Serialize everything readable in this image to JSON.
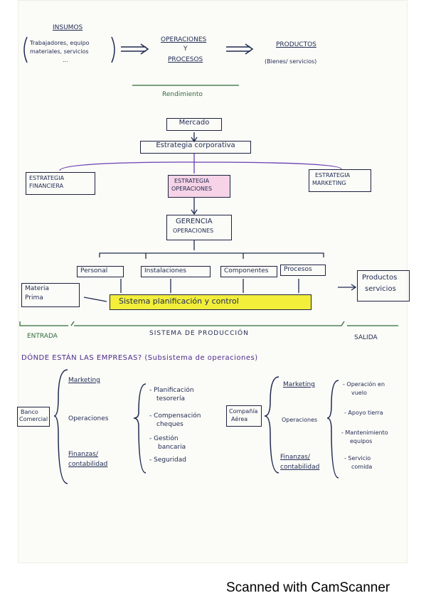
{
  "top": {
    "insumos_title": "INSUMOS",
    "insumos_body1": "Trabajadores, equipo",
    "insumos_body2": "materiales, servicios",
    "insumos_dots": "...",
    "operaciones1": "OPERACIONES",
    "operaciones2": "Y",
    "operaciones3": "PROCESOS",
    "productos_title": "PRODUCTOS",
    "productos_body": "(Bienes/ servicios)",
    "rendimiento": "Rendimiento"
  },
  "tree": {
    "mercado": "Mercado",
    "estrategia_corp": "Estrategia corporativa",
    "est_fin_1": "ESTRATEGIA",
    "est_fin_2": "FINANCIERA",
    "est_ops_1": "ESTRATEGIA",
    "est_ops_2": "OPERACIONES",
    "est_mkt_1": "ESTRATEGIA",
    "est_mkt_2": "MARKETING",
    "gerencia_1": "GERENCIA",
    "gerencia_2": "OPERACIONES",
    "personal": "Personal",
    "instalaciones": "Instalaciones",
    "componentes": "Componentes",
    "procesos": "Procesos",
    "materia_1": "Materia",
    "materia_2": "Prima",
    "productos_1": "Productos",
    "productos_2": "servicios",
    "sistema_plan": "Sistema planificación y control",
    "entrada": "ENTRADA",
    "sistema_prod": "SISTEMA DE PRODUCCIÓN",
    "salida": "SALIDA"
  },
  "question": "DÓNDE ESTÁN LAS EMPRESAS? (Subsistema de operaciones)",
  "banco": {
    "name1": "Banco",
    "name2": "Comercial",
    "marketing": "Marketing",
    "operaciones": "Operaciones",
    "finanzas1": "Finanzas/",
    "finanzas2": "contabilidad",
    "sub1a": "- Planificación",
    "sub1b": "tesorería",
    "sub2a": "- Compensación",
    "sub2b": "cheques",
    "sub3a": "- Gestión",
    "sub3b": "bancaria",
    "sub4": "- Seguridad"
  },
  "aerea": {
    "name1": "Compañía",
    "name2": "Aérea",
    "marketing": "Marketing",
    "operaciones": "Operaciones",
    "finanzas1": "Finanzas/",
    "finanzas2": "contabilidad",
    "sub1a": "- Operación en",
    "sub1b": "vuelo",
    "sub2": "- Apoyo tierra",
    "sub3a": "- Mantenimiento",
    "sub3b": "equipos",
    "sub4a": "- Servicio",
    "sub4b": "comida"
  },
  "footer": "Scanned with CamScanner",
  "colors": {
    "ink": "#1f2a52",
    "highlight_pink": "#f6d3e6",
    "highlight_yellow": "#f2ee3a",
    "purple_line": "#6a3fb5",
    "green_line": "#2f6b3a"
  }
}
